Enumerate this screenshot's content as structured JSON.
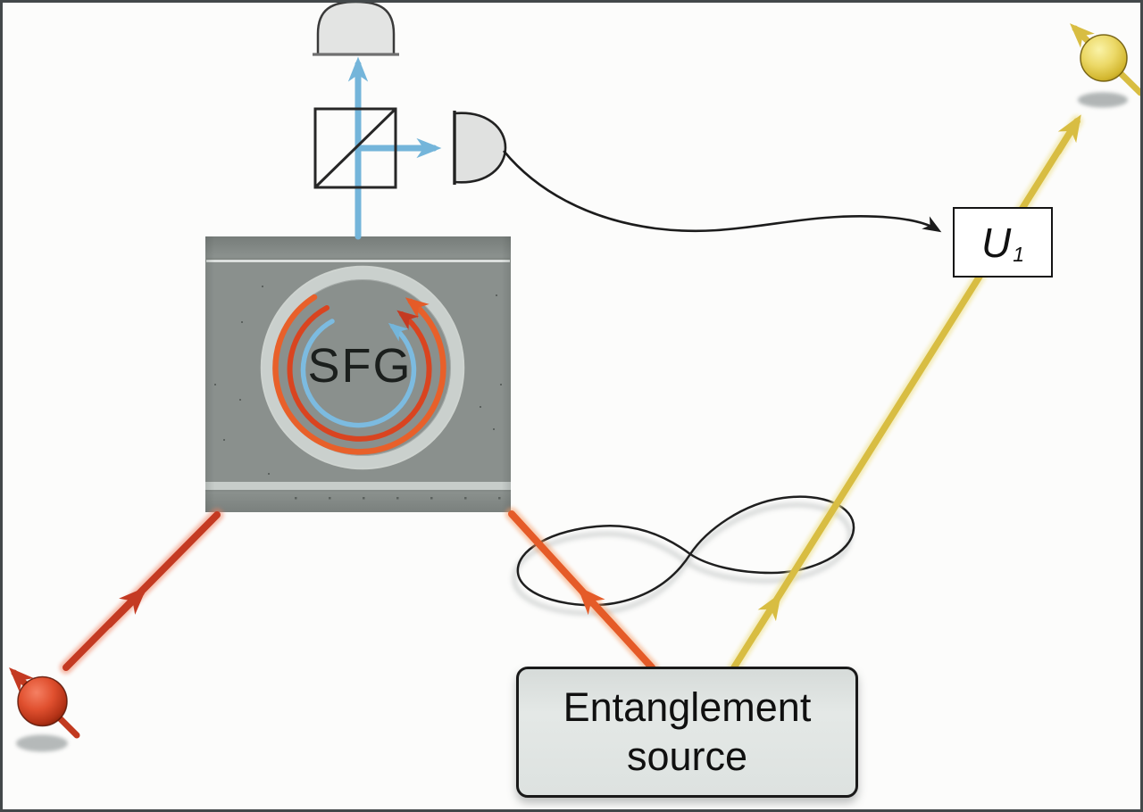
{
  "figure": {
    "chip_label": "SFG",
    "unitary": {
      "base": "U",
      "sub": "1"
    },
    "source": {
      "line1": "Entanglement",
      "line2": "source"
    },
    "colors": {
      "beam_red": "#c43a22",
      "beam_orange": "#e55b28",
      "beam_yellow": "#d8bd42",
      "beam_blue": "#74b5da",
      "chip_gray": "#8a908d",
      "wire_black": "#1c1c1c"
    }
  }
}
